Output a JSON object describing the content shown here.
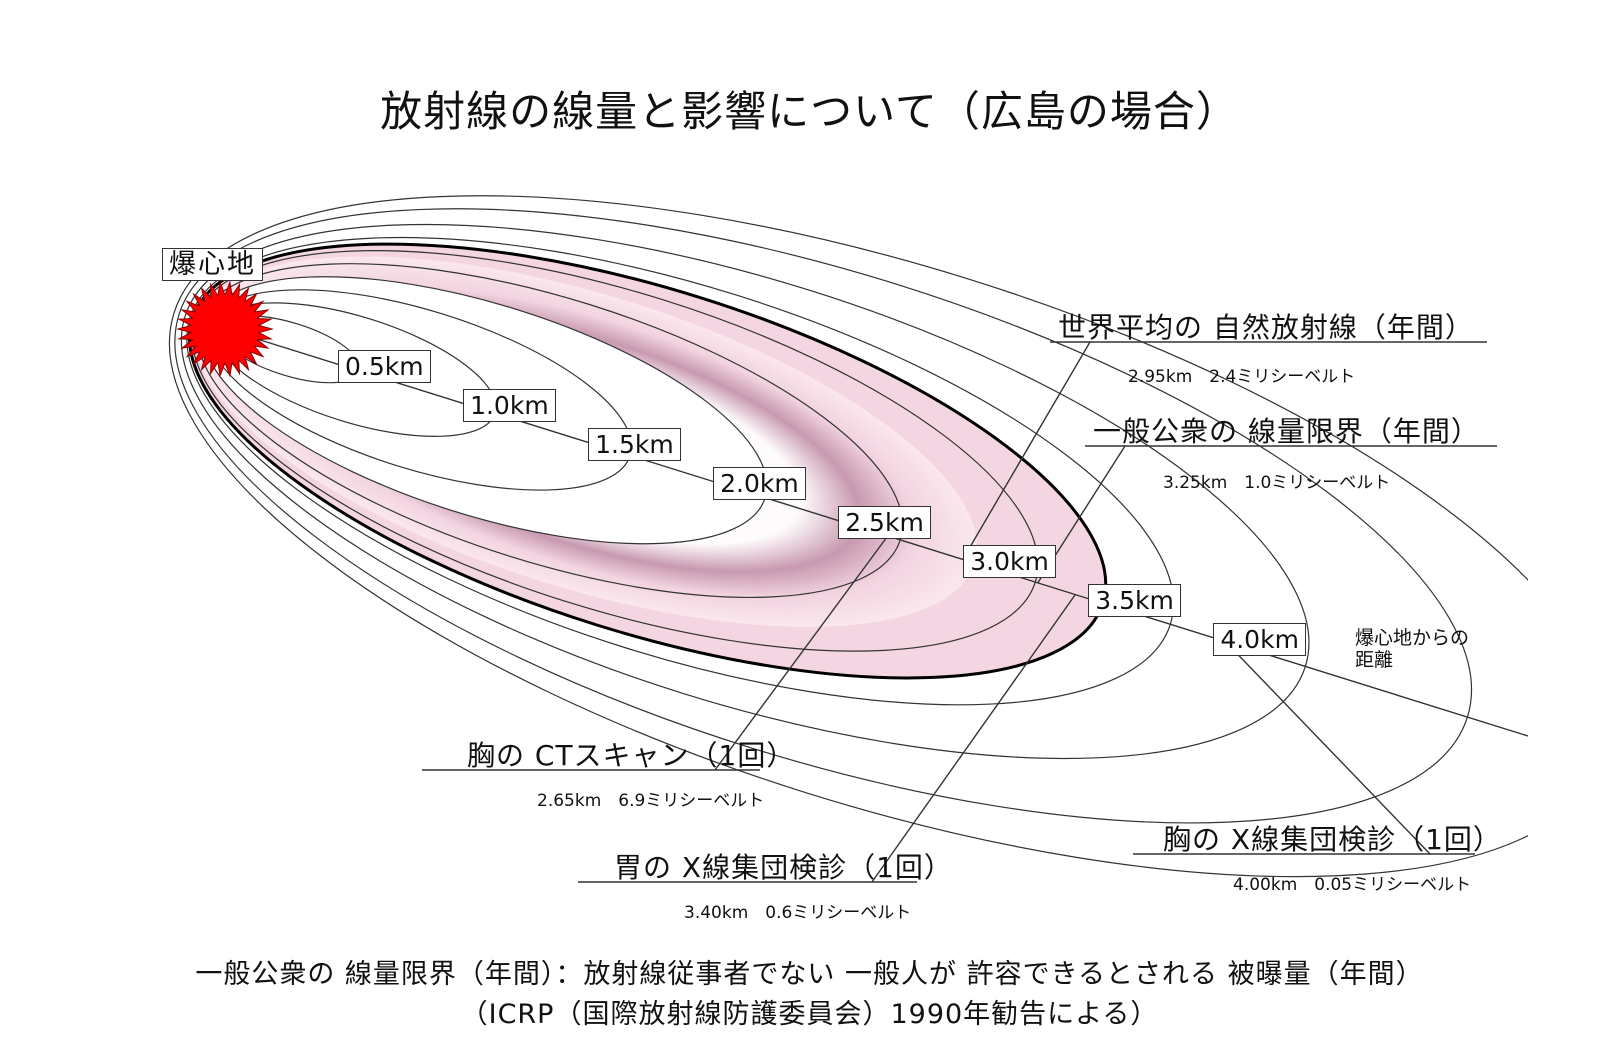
{
  "title": "放射線の線量と影響について（広島の場合）",
  "hypocenter_label": "爆心地",
  "axis_note": [
    "爆心地からの",
    "距離"
  ],
  "distance_marks": [
    {
      "label": "0.5km",
      "km": 0.5
    },
    {
      "label": "1.0km",
      "km": 1.0
    },
    {
      "label": "1.5km",
      "km": 1.5
    },
    {
      "label": "2.0km",
      "km": 2.0
    },
    {
      "label": "2.5km",
      "km": 2.5
    },
    {
      "label": "3.0km",
      "km": 3.0
    },
    {
      "label": "3.5km",
      "km": 3.5
    },
    {
      "label": "4.0km",
      "km": 4.0
    }
  ],
  "extra_rings_km": [
    4.6,
    5.1
  ],
  "shaded_band_km": [
    2.0,
    3.25
  ],
  "callouts": [
    {
      "id": "world-avg",
      "title": "世界平均の 自然放射線（年間）",
      "detail": "2.95km　2.4ミリシーベルト",
      "km": 2.95
    },
    {
      "id": "public-limit",
      "title": "一般公衆の 線量限界（年間）",
      "detail": "3.25km　1.0ミリシーベルト",
      "km": 3.25
    },
    {
      "id": "chest-ct",
      "title": "胸の CTスキャン（1回）",
      "detail": "2.65km　6.9ミリシーベルト",
      "km": 2.65
    },
    {
      "id": "stomach-xray",
      "title": "胃の X線集団検診（1回）",
      "detail": "3.40km　0.6ミリシーベルト",
      "km": 3.4
    },
    {
      "id": "chest-xray",
      "title": "胸の X線集団検診（1回）",
      "detail": "4.00km　0.05ミリシーベルト",
      "km": 4.0
    }
  ],
  "footer": [
    "一般公衆の 線量限界（年間）：放射線従事者でない 一般人が 許容できるとされる 被曝量（年間）",
    "（ICRP（国際放射線防護委員会）1990年勧告による）"
  ],
  "colors": {
    "band": "#f4d6e2",
    "band_dark": "#b07a94",
    "burst": "#ff0000",
    "line": "#333333"
  }
}
